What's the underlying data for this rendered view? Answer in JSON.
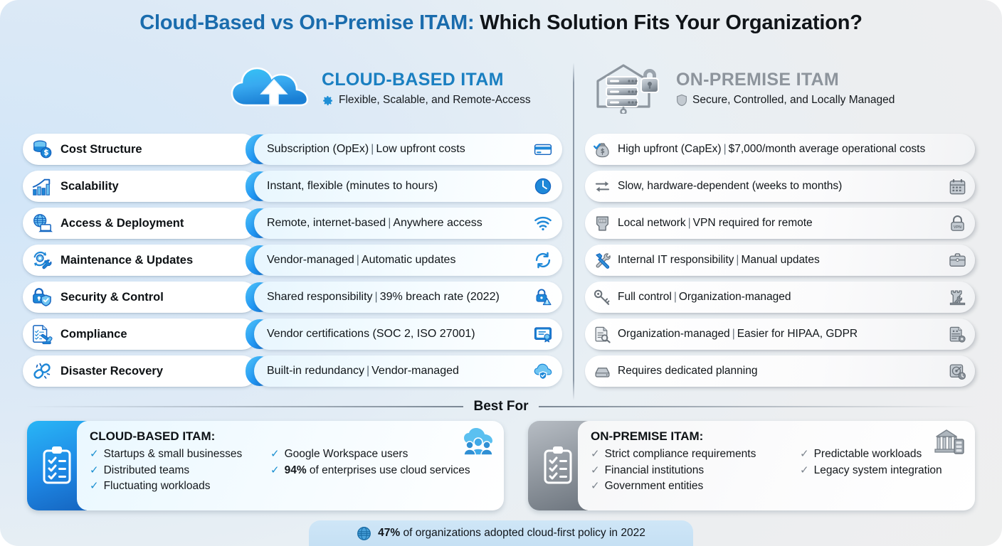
{
  "title": {
    "highlight": "Cloud-Based vs On-Premise ITAM:",
    "rest": " Which Solution Fits Your Organization?",
    "highlight_color": "#1a6cad",
    "rest_color": "#101418"
  },
  "columns": {
    "cloud": {
      "heading": "CLOUD-BASED ITAM",
      "subheading": "Flexible, Scalable, and Remote-Access",
      "heading_color": "#1a7fc1",
      "icon": "cloud-upload-icon",
      "sub_icon": "gear-icon"
    },
    "onprem": {
      "heading": "ON-PREMISE ITAM",
      "subheading": "Secure, Controlled, and Locally Managed",
      "heading_color": "#8d949c",
      "icon": "server-rack-lock-icon",
      "sub_icon": "shield-icon"
    }
  },
  "rows": [
    {
      "label": "Cost Structure",
      "label_icon": "coins-dollar-icon",
      "cloud_text_a": "Subscription (OpEx)",
      "cloud_text_b": "Low upfront costs",
      "cloud_icon": "credit-card-icon",
      "onprem_lead_icon": "money-bag-check-icon",
      "onprem_text_a": "High upfront (CapEx)",
      "onprem_text_b": "$7,000/month average operational costs",
      "onprem_icon": ""
    },
    {
      "label": "Scalability",
      "label_icon": "growth-chart-icon",
      "cloud_text_a": "Instant, flexible (minutes to hours)",
      "cloud_text_b": "",
      "cloud_icon": "clock-icon",
      "onprem_lead_icon": "swap-arrows-icon",
      "onprem_text_a": "Slow, hardware-dependent (weeks to months)",
      "onprem_text_b": "",
      "onprem_icon": "calendar-icon"
    },
    {
      "label": "Access & Deployment",
      "label_icon": "globe-laptop-icon",
      "cloud_text_a": "Remote, internet-based",
      "cloud_text_b": "Anywhere access",
      "cloud_icon": "wifi-icon",
      "onprem_lead_icon": "ethernet-port-icon",
      "onprem_text_a": "Local network",
      "onprem_text_b": "VPN required for remote",
      "onprem_icon": "padlock-vpn-icon"
    },
    {
      "label": "Maintenance & Updates",
      "label_icon": "gear-wrench-refresh-icon",
      "cloud_text_a": "Vendor-managed",
      "cloud_text_b": "Automatic updates",
      "cloud_icon": "sync-refresh-icon",
      "onprem_lead_icon": "hammer-wrench-icon",
      "onprem_text_a": "Internal IT responsibility",
      "onprem_text_b": "Manual updates",
      "onprem_icon": "toolbox-icon"
    },
    {
      "label": "Security & Control",
      "label_icon": "lock-shield-icon",
      "cloud_text_a": "Shared responsibility",
      "cloud_text_b": "39% breach rate (2022)",
      "cloud_icon": "lock-warning-icon",
      "onprem_lead_icon": "key-icon",
      "onprem_text_a": "Full control",
      "onprem_text_b": "Organization-managed",
      "onprem_icon": "fortress-wrench-icon"
    },
    {
      "label": "Compliance",
      "label_icon": "document-gavel-icon",
      "cloud_text_a": "Vendor certifications (SOC 2, ISO 27001)",
      "cloud_text_b": "",
      "cloud_icon": "certificate-icon",
      "onprem_lead_icon": "document-search-icon",
      "onprem_text_a": "Organization-managed",
      "onprem_text_b": "Easier for HIPAA, GDPR",
      "onprem_icon": "document-seal-icon"
    },
    {
      "label": "Disaster Recovery",
      "label_icon": "broken-chain-icon",
      "cloud_text_a": "Built-in redundancy",
      "cloud_text_b": "Vendor-managed",
      "cloud_icon": "cloud-shield-icon",
      "onprem_lead_icon": "hard-drive-icon",
      "onprem_text_a": "Requires dedicated planning",
      "onprem_text_b": "",
      "onprem_icon": "hard-drive-clock-icon"
    }
  ],
  "best_for": {
    "section_label": "Best For",
    "cloud": {
      "title": "CLOUD-BASED ITAM:",
      "icon": "clipboard-checklist-icon",
      "badge_icon": "cloud-users-icon",
      "col1": [
        {
          "text": "Startups & small businesses"
        },
        {
          "text": "Distributed teams"
        },
        {
          "text": "Fluctuating workloads"
        }
      ],
      "col2": [
        {
          "text": "Google Workspace users"
        },
        {
          "bold": "94%",
          "text": " of enterprises use cloud services"
        }
      ]
    },
    "onprem": {
      "title": "ON-PREMISE ITAM:",
      "icon": "clipboard-checklist-icon",
      "badge_icon": "bank-server-icon",
      "col1": [
        {
          "text": "Strict compliance requirements"
        },
        {
          "text": "Financial institutions"
        },
        {
          "text": "Government entities"
        }
      ],
      "col2": [
        {
          "text": "Predictable workloads"
        },
        {
          "text": "Legacy system integration"
        }
      ]
    }
  },
  "footer": {
    "icon": "globe-icon",
    "bold": "47%",
    "text": " of organizations adopted cloud-first policy in 2022"
  },
  "theme": {
    "accent_blue": "#1a7fc1",
    "deep_blue": "#1565c0",
    "gray": "#8d949c",
    "bg_left": "#d2e6f8",
    "bg_right": "#efefef"
  }
}
